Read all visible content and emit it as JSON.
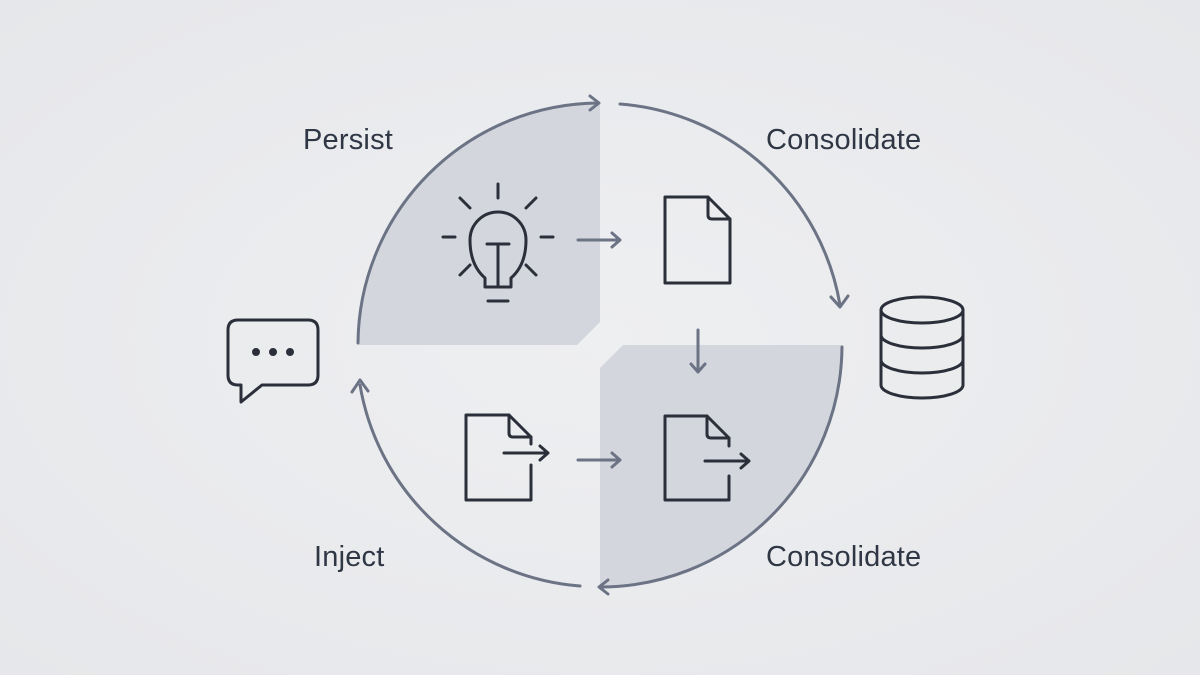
{
  "diagram": {
    "type": "cycle",
    "labels": {
      "persist": "Persist",
      "consolidate_top": "Consolidate",
      "consolidate_bottom": "Consolidate",
      "inject": "Inject"
    },
    "nodes": [
      {
        "id": "chat",
        "icon": "chat-bubble-icon"
      },
      {
        "id": "idea",
        "icon": "lightbulb-icon"
      },
      {
        "id": "document",
        "icon": "document-icon"
      },
      {
        "id": "export-doc-left",
        "icon": "document-export-icon"
      },
      {
        "id": "export-doc-right",
        "icon": "document-export-icon"
      },
      {
        "id": "database",
        "icon": "database-icon"
      }
    ],
    "colors": {
      "background": "#e9eaec",
      "quadrant_fill": "#d3d6dd",
      "arc_stroke": "#6b7385",
      "icon_stroke": "#2a2f3a",
      "text": "#2f3644"
    }
  }
}
